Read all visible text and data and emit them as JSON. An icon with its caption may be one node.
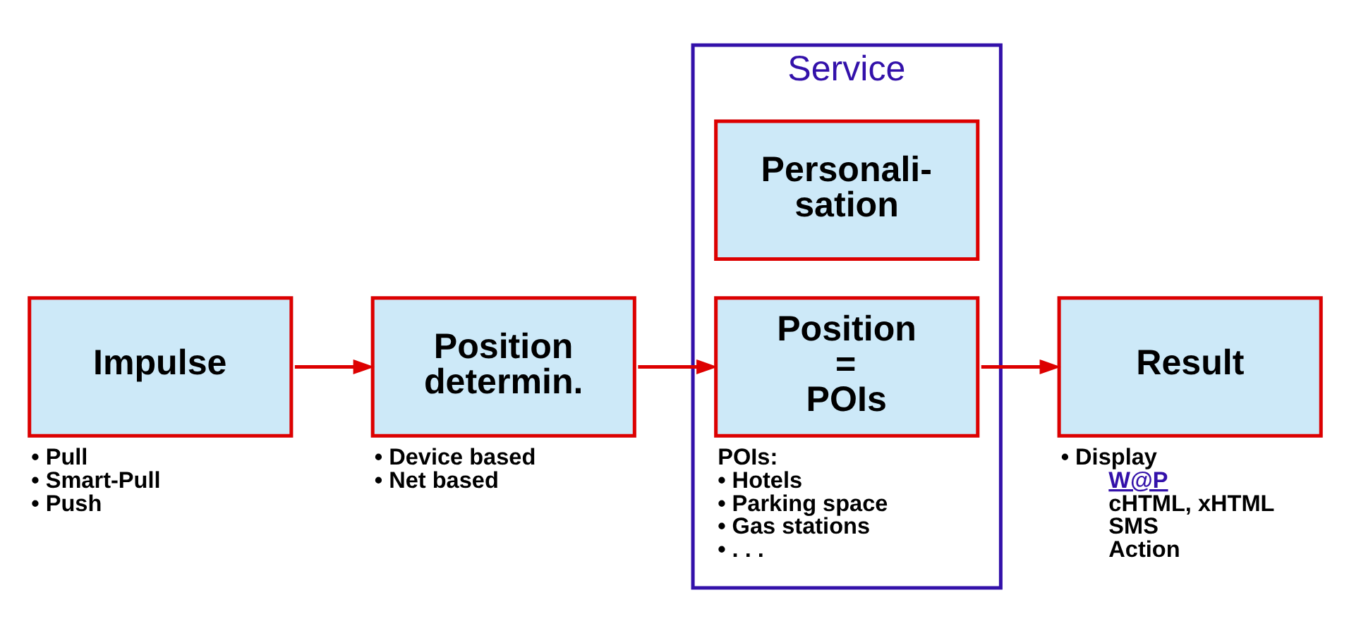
{
  "diagram": {
    "nodes": [
      {
        "text": [
          "Impulse"
        ],
        "beside": [
          "• Pull",
          "• Smart-Pull",
          "• Push"
        ]
      },
      {
        "text": [
          "Position determin."
        ],
        "beside": [
          "• Device based",
          "• Net based"
        ]
      },
      {
        "text": [
          "Service"
        ]
      },
      {
        "text": [
          "Personali- sation"
        ],
        "in": 2
      },
      {
        "text": [
          "Position = POIs"
        ],
        "in": 2,
        "beside": [
          "POIs:",
          "• Hotels",
          "• Parking space",
          "• Gas stations",
          "• . . ."
        ]
      },
      {
        "text": [
          "Result"
        ],
        "beside": [
          "• Display",
          "W@P",
          "cHTML, xHTML",
          "SMS",
          "Action"
        ]
      }
    ],
    "edges": [
      {
        "from": 0,
        "to": 1,
        "arrow": "to"
      },
      {
        "from": 1,
        "to": 4,
        "arrow": "to"
      },
      {
        "from": 4,
        "to": 5,
        "arrow": "to"
      }
    ]
  }
}
